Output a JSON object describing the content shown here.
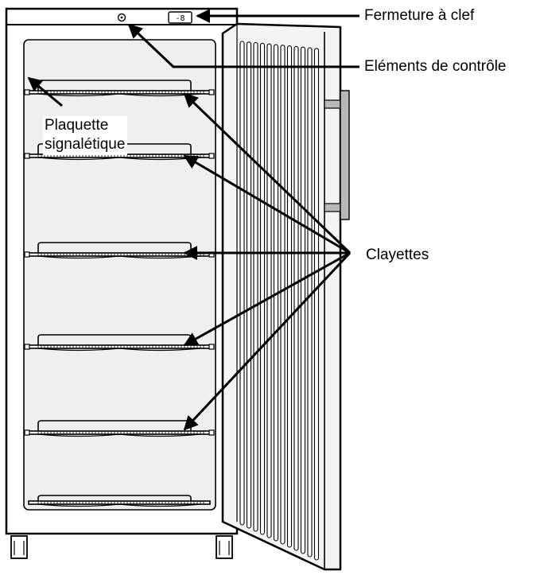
{
  "labels": {
    "lock": "Fermeture à clef",
    "controls": "Eléments de contrôle",
    "shelves": "Clayettes",
    "plate_line1": "Plaquette",
    "plate_line2": "signalétique"
  },
  "colors": {
    "outline": "#000000",
    "cabinet_interior": "#efefef",
    "door_fill": "#f4f4f4",
    "handle": "#b8b8b8"
  },
  "icons": {
    "lock": "key-lock-icon",
    "controls": "control-panel-icon",
    "feet": "caster-icon"
  }
}
